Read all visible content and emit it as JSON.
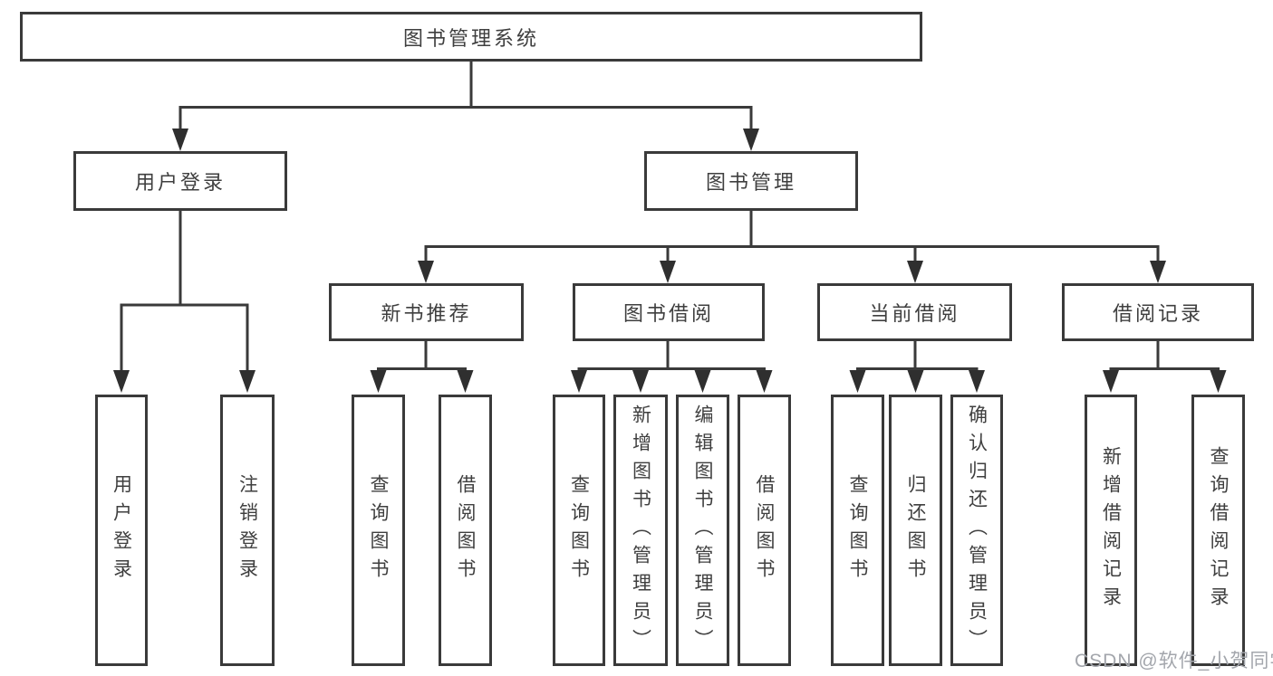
{
  "diagram": {
    "watermark": "CSDN @软件_小贺同学",
    "colors": {
      "background": "#ffffff",
      "line": "#3a3a3a",
      "arrow": "#2f2f2f",
      "text": "#3f3f3f",
      "watermark": "#a3a6ac"
    },
    "nodes": {
      "root": {
        "label": "图书管理系统"
      },
      "user_login": {
        "label": "用户登录"
      },
      "book_management": {
        "label": "图书管理"
      },
      "new_book_recommend": {
        "label": "新书推荐"
      },
      "book_borrow": {
        "label": "图书借阅"
      },
      "current_borrow": {
        "label": "当前借阅"
      },
      "borrow_records": {
        "label": "借阅记录"
      },
      "leaves": [
        {
          "label": "用户登录"
        },
        {
          "label": "注销登录"
        },
        {
          "label": "查询图书"
        },
        {
          "label": "借阅图书"
        },
        {
          "label": "查询图书"
        },
        {
          "label": "新增图书（管理员）"
        },
        {
          "label": "编辑图书（管理员）"
        },
        {
          "label": "借阅图书"
        },
        {
          "label": "查询图书"
        },
        {
          "label": "归还图书"
        },
        {
          "label": "确认归还（管理员）"
        },
        {
          "label": "新增借阅记录"
        },
        {
          "label": "查询借阅记录"
        }
      ]
    }
  }
}
